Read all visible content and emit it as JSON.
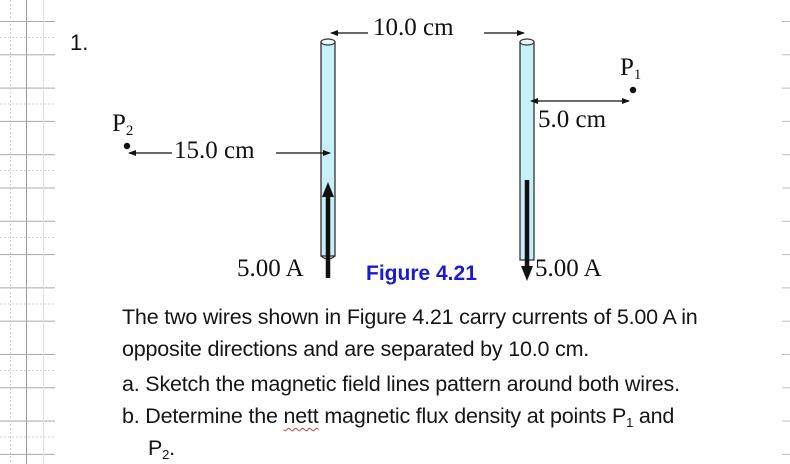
{
  "question": {
    "number": "1.",
    "figure": {
      "caption": "Figure 4.21",
      "caption_color": "#1a1ad0",
      "wire_color": "#c8f0f8",
      "separation_label": "10.0 cm",
      "p1": {
        "label": "P",
        "subscript": "1",
        "distance_label": "5.0 cm"
      },
      "p2": {
        "label": "P",
        "subscript": "2",
        "distance_label": "15.0 cm"
      },
      "left_wire_current": "5.00 A",
      "right_wire_current": "5.00 A"
    },
    "statement_line1": "The two wires shown in Figure 4.21 carry currents of 5.00 A in",
    "statement_line2": "opposite directions and are separated by 10.0 cm.",
    "part_a": "a. Sketch the magnetic field lines pattern around both wires.",
    "part_b": {
      "prefix": "b. Determine the ",
      "underlined": "nett",
      "middle": " magnetic flux density at points P",
      "sub1": "1",
      "suffix": " and",
      "line2_p": "P",
      "line2_sub": "2",
      "line2_end": "."
    }
  }
}
